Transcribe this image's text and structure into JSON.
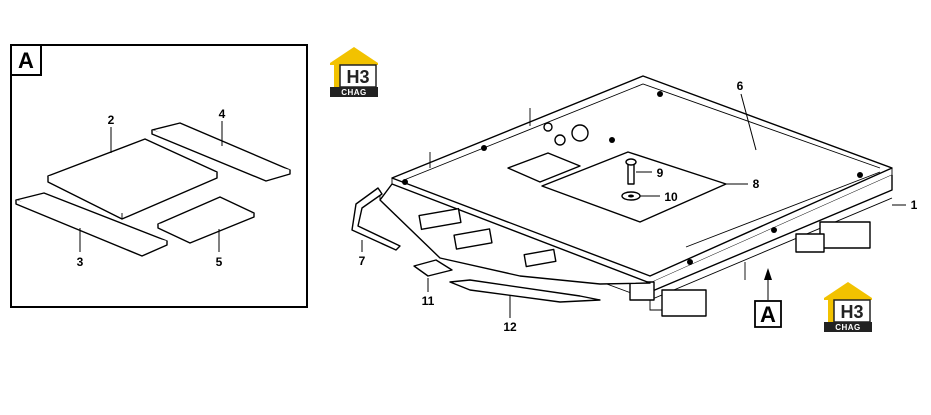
{
  "detail_box": {
    "label": "A"
  },
  "callout_box": {
    "label": "A"
  },
  "logo": {
    "top": "H3",
    "bottom": "CHAG"
  },
  "callouts": {
    "c1": "1",
    "c2": "2",
    "c3": "3",
    "c4": "4",
    "c5": "5",
    "c6": "6",
    "c7": "7",
    "c8": "8",
    "c9": "9",
    "c10": "10",
    "c11": "11",
    "c12": "12"
  },
  "colors": {
    "logo_yellow": "#f2c200",
    "logo_dark": "#222222",
    "line": "#000000"
  }
}
